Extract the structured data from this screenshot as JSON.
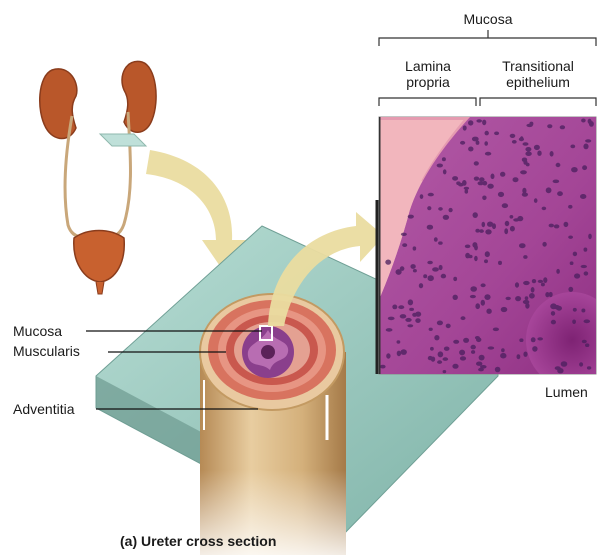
{
  "labels": {
    "mucosa_top": "Mucosa",
    "lamina_line1": "Lamina",
    "lamina_line2": "propria",
    "transitional_line1": "Transitional",
    "transitional_line2": "epithelium",
    "mucosa_left": "Mucosa",
    "muscularis": "Muscularis",
    "adventitia": "Adventitia",
    "lumen": "Lumen"
  },
  "caption": "(a) Ureter cross section",
  "colors": {
    "kidney": "#b9572a",
    "bladder": "#c8612f",
    "glass": "#9ccbc1",
    "tube": "#d8b684",
    "arrow": "#eadca0",
    "mucosa_purple": "#8a3f8c",
    "epithelium": "#b04fa2",
    "lamina": "#f2b6bd"
  }
}
